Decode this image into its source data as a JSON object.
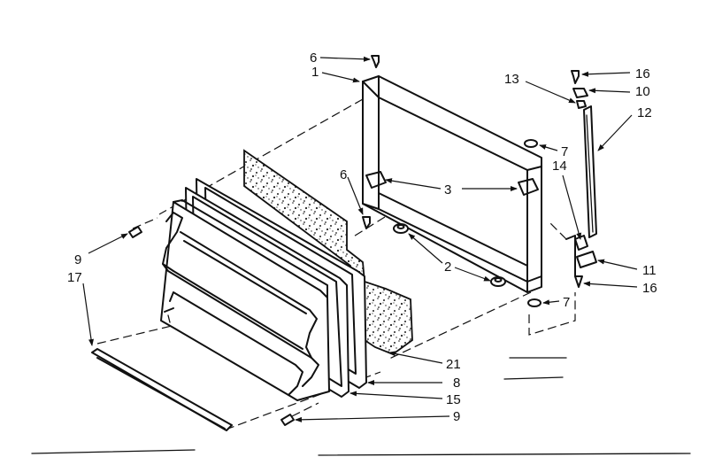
{
  "callouts": [
    {
      "id": "c6a",
      "label": "6"
    },
    {
      "id": "c1",
      "label": "1"
    },
    {
      "id": "c6b",
      "label": "6"
    },
    {
      "id": "c3",
      "label": "3"
    },
    {
      "id": "c2",
      "label": "2"
    },
    {
      "id": "c13",
      "label": "13"
    },
    {
      "id": "c16a",
      "label": "16"
    },
    {
      "id": "c10",
      "label": "10"
    },
    {
      "id": "c12",
      "label": "12"
    },
    {
      "id": "c7a",
      "label": "7"
    },
    {
      "id": "c14",
      "label": "14"
    },
    {
      "id": "c11",
      "label": "11"
    },
    {
      "id": "c16b",
      "label": "16"
    },
    {
      "id": "c7b",
      "label": "7"
    },
    {
      "id": "c9a",
      "label": "9"
    },
    {
      "id": "c17",
      "label": "17"
    },
    {
      "id": "c21",
      "label": "21"
    },
    {
      "id": "c8",
      "label": "8"
    },
    {
      "id": "c15",
      "label": "15"
    },
    {
      "id": "c9b",
      "label": "9"
    }
  ],
  "colors": {
    "ink": "#111111",
    "background": "#ffffff"
  }
}
